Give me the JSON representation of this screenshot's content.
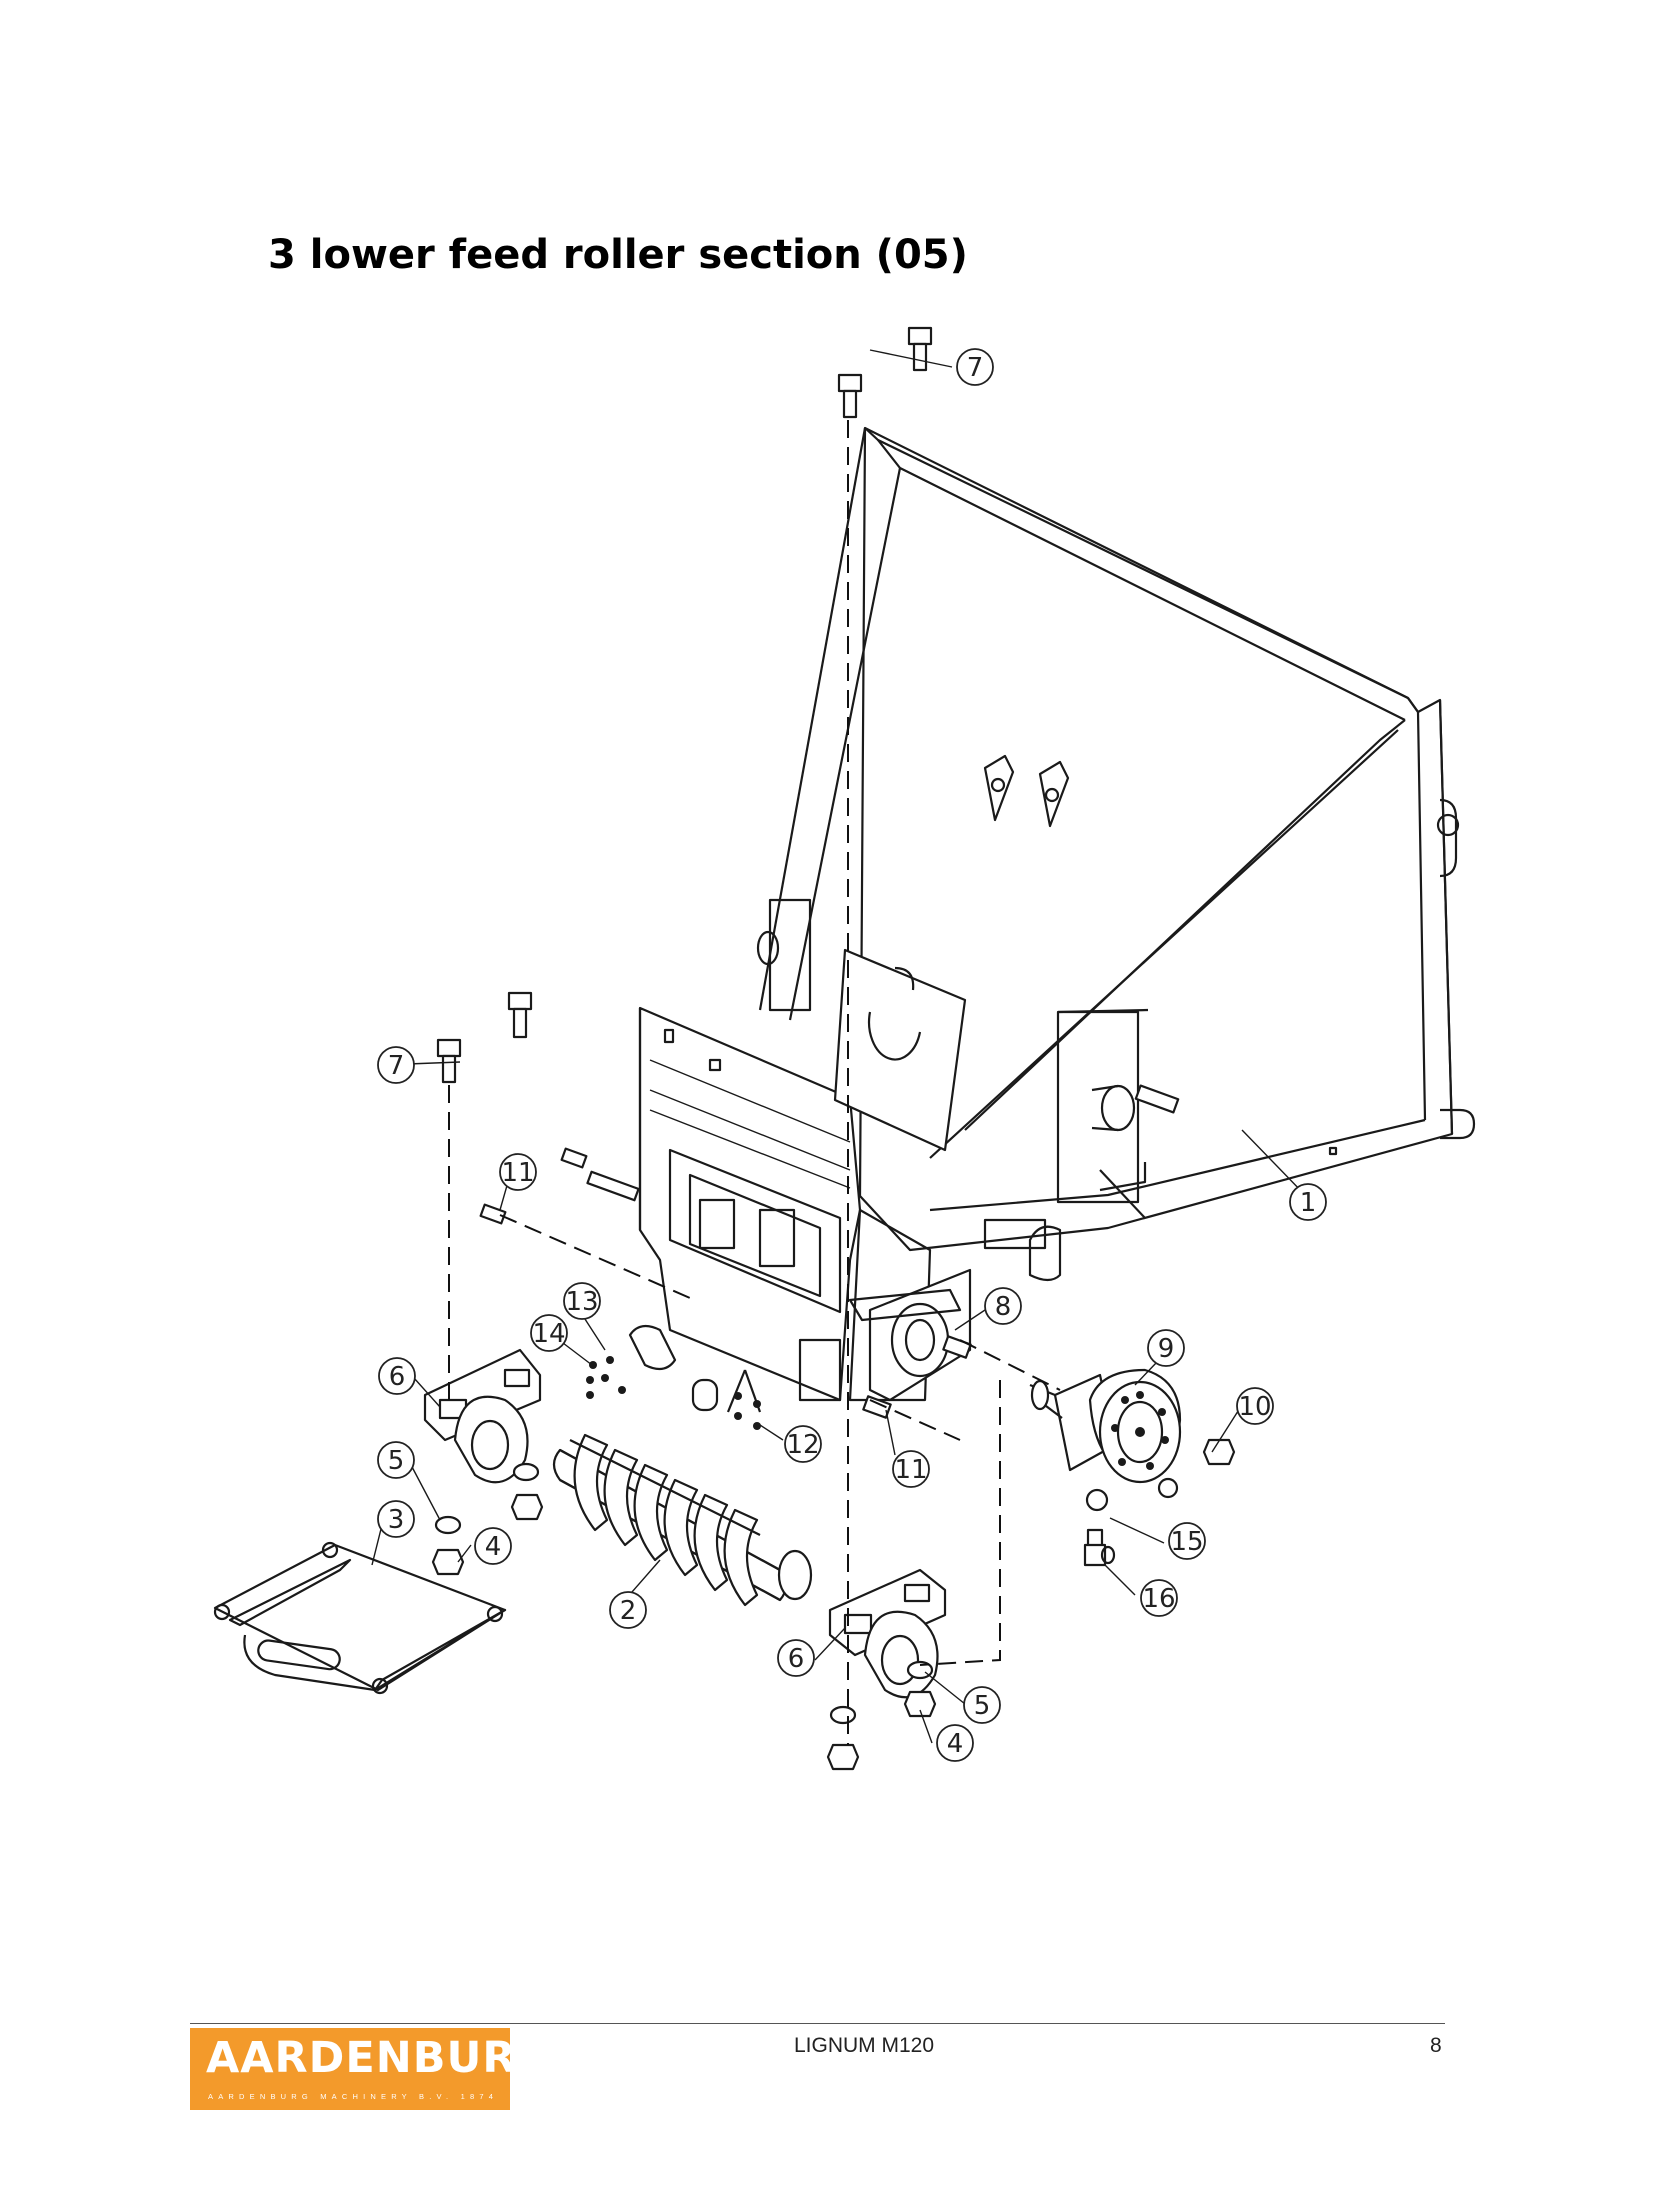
{
  "title": "3 lower feed roller section (05)",
  "callouts": [
    "7",
    "7",
    "1",
    "11",
    "13",
    "14",
    "8",
    "9",
    "10",
    "6",
    "12",
    "11",
    "5",
    "15",
    "3",
    "4",
    "16",
    "2",
    "6",
    "5",
    "4"
  ],
  "footer": {
    "logo_text": "AARDENBURG",
    "logo_sub": "AARDENBURG MACHINERY B.V. 1874",
    "document": "LIGNUM M120",
    "page_number": "8"
  }
}
